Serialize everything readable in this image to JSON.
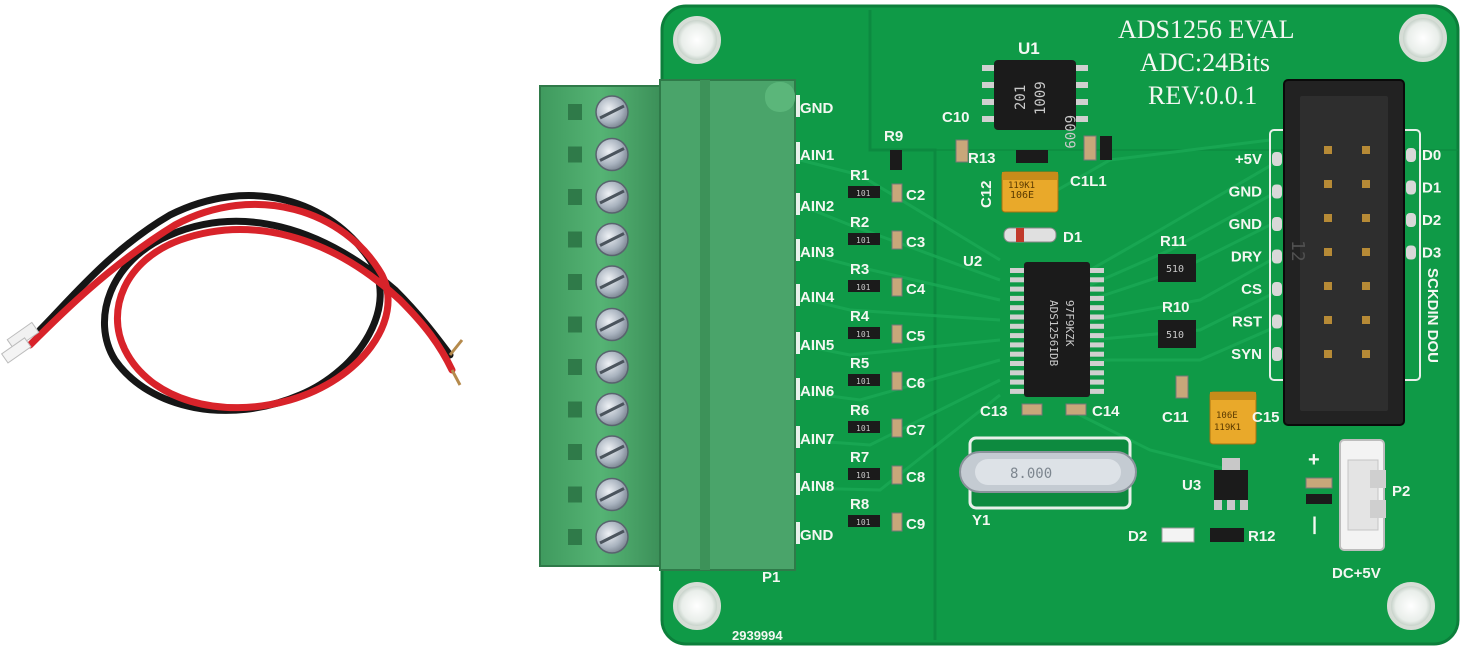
{
  "board": {
    "title": "ADS1256  EVAL",
    "adc": "ADC:24Bits",
    "rev": "REV:0.0.1",
    "serial": "2939994",
    "connector_label": "P1",
    "power_label": "DC+5V",
    "power_connector": "P2",
    "plus": "+",
    "colors": {
      "pcb": "#0f9a47",
      "pcb_edge": "#0c7f3b",
      "terminal": "#4aa46a",
      "silk": "#f4f7f2"
    }
  },
  "terminal_labels": [
    "GND",
    "AIN1",
    "AIN2",
    "AIN3",
    "AIN4",
    "AIN5",
    "AIN6",
    "AIN7",
    "AIN8",
    "GND"
  ],
  "resistors": [
    "R1",
    "R2",
    "R3",
    "R4",
    "R5",
    "R6",
    "R7",
    "R8"
  ],
  "capacitors": [
    "C2",
    "C3",
    "C4",
    "C5",
    "C6",
    "C7",
    "C8",
    "C9"
  ],
  "header_left": [
    "+5V",
    "GND",
    "GND",
    "DRY",
    "CS",
    "RST",
    "SYN"
  ],
  "header_right": [
    "D0",
    "D1",
    "D2",
    "D3"
  ],
  "header_vertical": "SCKDIN DOU",
  "header_num": "12",
  "parts": {
    "u1": "U1",
    "u2": "U2",
    "u3": "U3",
    "c10": "C10",
    "r13": "R13",
    "c11": "C11",
    "c12": "C12",
    "c13": "C13",
    "c14": "C14",
    "c15": "C15",
    "l1": "C1L1",
    "d1": "D1",
    "d2": "D2",
    "r9": "R9",
    "r10": "R10",
    "r11": "R11",
    "r12": "R12",
    "y1": "Y1"
  },
  "chip_marks": {
    "u1_line1": "201",
    "u1_line2": "1009",
    "u1_line3": "6009",
    "cap_a": "106E",
    "cap_b": "119K1",
    "res": "101",
    "res510": "510",
    "crystal": "8.000"
  }
}
